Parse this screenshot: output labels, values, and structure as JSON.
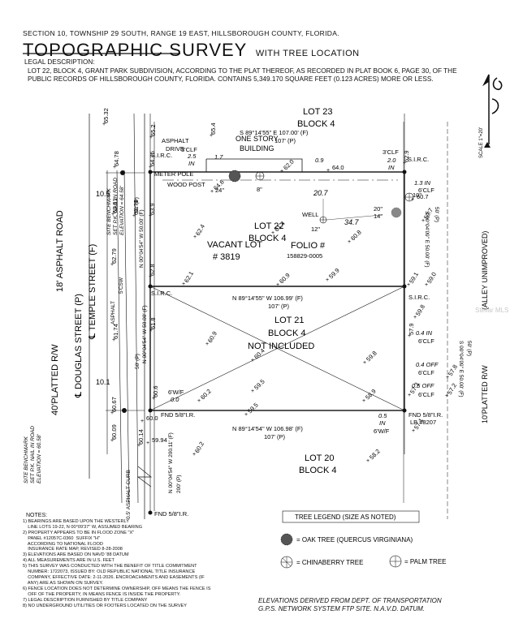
{
  "header": {
    "section_line": "SECTION 10, TOWNSHIP 29 SOUTH, RANGE 19 EAST, HILLSBOROUGH COUNTY, FLORIDA.",
    "title": "TOPOGRAPHIC SURVEY",
    "subtitle": "WITH TREE LOCATION"
  },
  "legal": {
    "heading": "LEGAL DESCRIPTION:",
    "text": "LOT 22, BLOCK 4, GRANT PARK SUBDIVISION, ACCORDING TO THE PLAT THEREOF, AS RECORDED IN PLAT BOOK 6, PAGE 30, OF THE PUBLIC RECORDS OF HILLSBOROUGH COUNTY, FLORIDA. CONTAINS 5,349.170 SQUARE FEET (0.123 ACRES) MORE OR LESS."
  },
  "north_scale": "SCALE 1\"=20'",
  "plan": {
    "lot23": "LOT 23",
    "block4_top": "BLOCK 4",
    "top_line_p": "107' (P)",
    "top_line_f": "S 89°14'55\" E 107.00' (F)",
    "one_story": "ONE STORY",
    "building": "BUILDING",
    "asphalt_drive_1": "ASPHALT",
    "asphalt_drive_2": "DRIVE",
    "clf_3_left": "3'CLF",
    "dim_2_5": "2.5",
    "in_left": "IN",
    "dim_1_7": "1.7",
    "dim_0_9": "0.9",
    "clf_3_right": "3'CLF",
    "dim_2_0": "2.0",
    "in_right": "IN",
    "sirc_tl": "S.I.R.C.",
    "sirc_tr": "S.I.R.C.",
    "meter_pole": "METER POLE",
    "wood_post": "WOOD POST",
    "lot22": "LOT 22",
    "block4_22": "BLOCK 4",
    "vacant_lot": "VACANT LOT",
    "vacant_num": "# 3819",
    "folio": "FOLIO #",
    "folio_num": "158829-0005",
    "well": "WELL",
    "dim_20_7": "20.7",
    "dim_34_7": "34.7",
    "tree_24": "24\"",
    "tree_8": "8\"",
    "tree_10": "10\"",
    "tree_20": "20\"",
    "tree_14": "14\"",
    "tree_12": "12\"",
    "right_in": "1.3 IN",
    "clf_6_r1": "6'CLF",
    "mid_line": "N 89°14'55\" W 106.99' (F)",
    "mid_line_p": "107' (P)",
    "sirc_ml": "S.I.R.C.",
    "sirc_mr": "S.I.R.C.",
    "lot21": "LOT 21",
    "block4_21": "BLOCK 4",
    "not_included": "NOT INCLUDED",
    "dim_0_4_in": "0.4 IN",
    "clf_6_r2": "6'CLF",
    "dim_0_4_off": "0.4 OFF",
    "clf_6_r3": "6'CLF",
    "dim_0_5_off": "0.5 OFF",
    "clf_6_r4": "6'CLF",
    "fnd_left": "FND 5/8\"I.R.",
    "fnd_right": "FND 5/8\"I.R.",
    "lb": "LB #8207",
    "wf_left": "6'W/F",
    "dim_0_0": "0.0",
    "dim_0_5": "0.5",
    "in_bottom": "IN",
    "wf_right": "6'W/F",
    "bottom_line": "N 89°14'54\" W 106.98' (F)",
    "bottom_line_p": "107' (P)",
    "lot20": "LOT 20",
    "block4_20": "BLOCK 4",
    "fnd_bottom": "FND 5/8\"I.R.",
    "right_bearing_top": "S 00°04'09\" E 50.00' (F)",
    "right_bearing_top_p": "50' (P)",
    "right_bearing_bot": "S 00°04'09\" E 50.00' (F)",
    "right_bearing_bot_p": "50' (P)",
    "left_bearing_top": "N 00°04'54\" W 50.00' (F)",
    "left_bearing_top_p": "50' (P)",
    "left_bearing_bot": "N 00°04'54\" W 50.00' (F)",
    "left_bearing_bot_p": "50' (P)",
    "long_bearing": "N 00°04'54\" W 200.11' (F)",
    "long_bearing_p": "200' (P)",
    "asphalt_v": "ASPHALT",
    "csw": "5'CSW",
    "asphalt_curb": "0.5' ASPHALT CURB",
    "dim_10_5": "10.5",
    "dim_10_1": "10.1",
    "alley": "(ALLEY UNIMPROVED)",
    "platted_rw_right": "10'PLATTED R/W",
    "platted_rw_left": "40'PLATTED R/W",
    "douglas": "℄ DOUGLAS STREET (P)",
    "temple": "℄ TEMPLE STREET (F)",
    "asphalt_road": "18' ASPHALT ROAD",
    "bench_top_1": "SITE BENCHMARK",
    "bench_top_2": "SET P.K. NAIL IN ROAD",
    "bench_top_3": "ELEVATION = 64.58'",
    "bench_bot_1": "SITE BENCHMARK",
    "bench_bot_2": "SET P.K. NAIL IN ROAD",
    "bench_bot_3": "ELEVATION = 60.58'",
    "elevations": [
      {
        "v": "65.32"
      },
      {
        "v": "65.2"
      },
      {
        "v": "65.4"
      },
      {
        "v": "64.78"
      },
      {
        "v": "64.75"
      },
      {
        "v": "64.6"
      },
      {
        "v": "64.0"
      },
      {
        "v": "63.9"
      },
      {
        "v": "63.91"
      },
      {
        "v": "63.78"
      },
      {
        "v": "62.79"
      },
      {
        "v": "62.8"
      },
      {
        "v": "62.4"
      },
      {
        "v": "62.1"
      },
      {
        "v": "61.74"
      },
      {
        "v": "61.4"
      },
      {
        "v": "61.8"
      },
      {
        "v": "60.9"
      },
      {
        "v": "60.9"
      },
      {
        "v": "60.67"
      },
      {
        "v": "60.6"
      },
      {
        "v": "60.4"
      },
      {
        "v": "60.2"
      },
      {
        "v": "60.09"
      },
      {
        "v": "60.14"
      },
      {
        "v": "60.0"
      },
      {
        "v": "60.2"
      },
      {
        "v": "60.7"
      },
      {
        "v": "60.8"
      },
      {
        "v": "59.94"
      },
      {
        "v": "59.9"
      },
      {
        "v": "59.8"
      },
      {
        "v": "59.8"
      },
      {
        "v": "59.7"
      },
      {
        "v": "59.5"
      },
      {
        "v": "59.5"
      },
      {
        "v": "59.1"
      },
      {
        "v": "59.0"
      },
      {
        "v": "58.9"
      },
      {
        "v": "58.2"
      },
      {
        "v": "57.9"
      },
      {
        "v": "57.8"
      },
      {
        "v": "57.3"
      },
      {
        "v": "57.2"
      },
      {
        "v": "57.1"
      },
      {
        "v": "62.0"
      },
      {
        "v": "62.9"
      }
    ]
  },
  "legend": {
    "title": "TREE LEGEND (SIZE AS NOTED)",
    "oak": "= OAK TREE (QUERCUS VIRGINIANA)",
    "chinaberry": "= CHINABERRY TREE",
    "palm": "= PALM TREE"
  },
  "notes": {
    "heading": "NOTES:",
    "items": [
      "1) BEARINGS ARE BASED UPON THE WESTERLY\n    LINE LOTS 19-22, N 00°09'37\" W, ASSUMED BEARING",
      "2) PROPERTY APPEARS TO BE IN FLOOD ZONE \"X\"\n    PANEL #12057C-0360  SUFFIX \"H\"\n    ACCORDING TO NATIONAL FLOOD\n    INSURANCE RATE MAP, REVISED 8-28-2008",
      "3) ELEVATIONS ARE BASED ON NAVD '88 DATUM",
      "4) ALL MEASUREMENTS ARE IN U.S. FEET",
      "5) THIS SURVEY WAS CONDUCTED WITH THE BENEFIT OF TITLE COMMITMENT\n    NUMBER: 1722073, ISSUED BY: OLD REPUBLIC NATIONAL TITLE INSURANCE\n    COMPANY, EFFECTIVE DATE: 2-11-2026. ENCROACHMENTS AND EASEMENTS (IF\n    ANY) ARE AS SHOWN ON SURVEY.",
      "6) FENCE LOCATION DOES NOT DETERMINE OWNERSHIP, OFF MEANS THE FENCE IS\n    OFF OF THE PROPERTY, IN MEANS FENCE IS INSIDE THE PROPERTY.",
      "7) LEGAL DESCRIPTION FURNISHED BY TITLE COMPANY",
      "8) NO UNDERGROUND UTILITIES OR FOOTERS LOCATED ON THE SURVEY"
    ]
  },
  "elevation_note": {
    "line1": "ELEVATIONS DERIVED FROM DEPT. OF TRANSPORTATION",
    "line2": "G.P.S. NETWORK SYSTEM FTP SITE. N.A.V.D. DATUM."
  },
  "watermark": "Stellar MLS"
}
